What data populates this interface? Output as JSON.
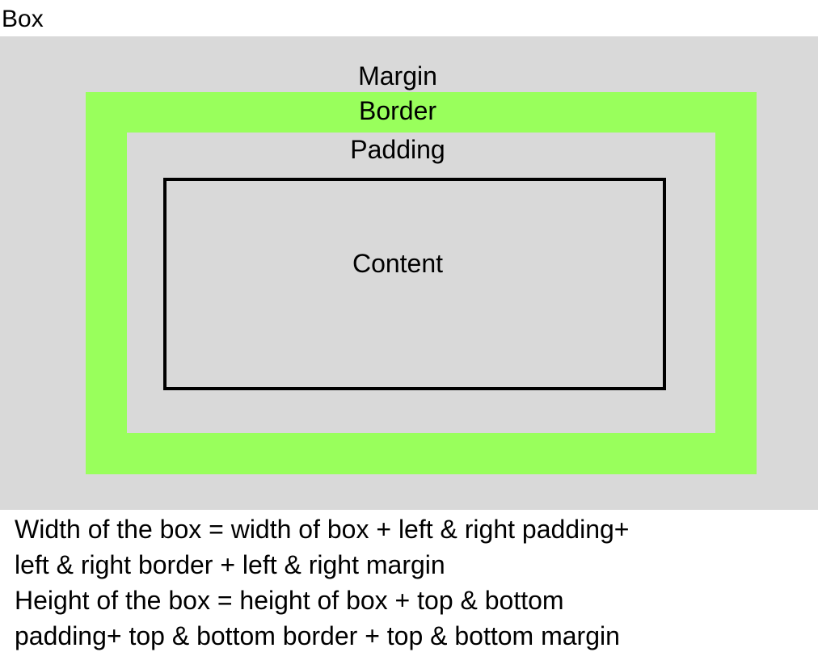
{
  "title": "Box",
  "layers": {
    "margin": "Margin",
    "border": "Border",
    "padding": "Padding",
    "content": "Content"
  },
  "colors": {
    "margin_fill": "#d9d9d9",
    "border_fill": "#99ff5c",
    "padding_fill": "#d9d9d9",
    "content_outline": "#000000"
  },
  "formulas": [
    "Width of the box = width of box + left & right padding+",
    "left & right border + left & right margin",
    "Height of the box = height of box + top & bottom",
    "padding+ top & bottom border + top & bottom margin"
  ]
}
